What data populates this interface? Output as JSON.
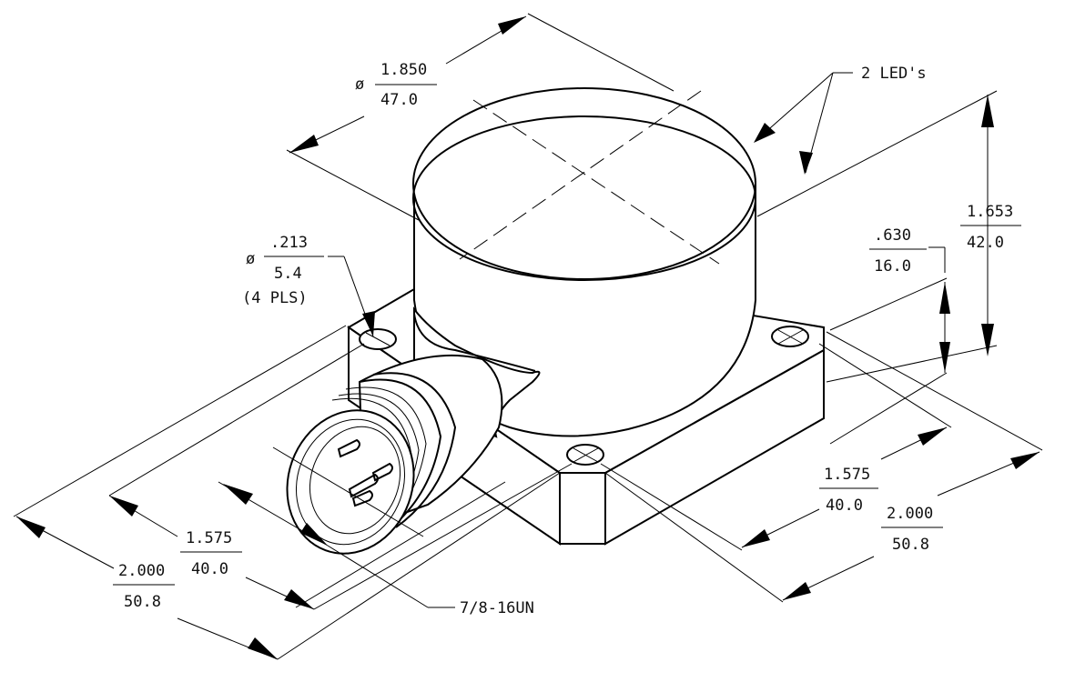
{
  "dimensions": {
    "top_diameter": {
      "prefix": "ø",
      "inch": "1.850",
      "mm": "47.0"
    },
    "leds": {
      "label": "2 LED's"
    },
    "overall_height": {
      "inch": "1.653",
      "mm": "42.0"
    },
    "base_height": {
      "inch": ".630",
      "mm": "16.0"
    },
    "hole_diameter": {
      "prefix": "ø",
      "inch": ".213",
      "mm": "5.4",
      "note": "(4 PLS)"
    },
    "right_hole_spacing": {
      "inch": "1.575",
      "mm": "40.0"
    },
    "right_base_width": {
      "inch": "2.000",
      "mm": "50.8"
    },
    "left_hole_spacing": {
      "inch": "1.575",
      "mm": "40.0"
    },
    "left_base_width": {
      "inch": "2.000",
      "mm": "50.8"
    },
    "thread": {
      "label": "7/8-16UN"
    }
  },
  "colors": {
    "line": "#000000",
    "background": "#ffffff"
  }
}
